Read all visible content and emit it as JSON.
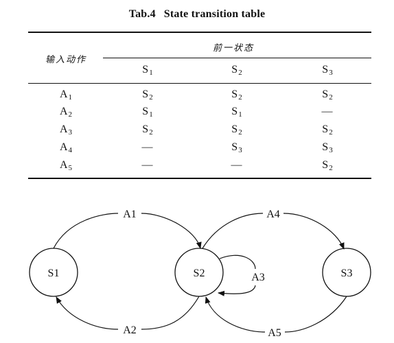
{
  "table": {
    "caption_no": "Tab.4",
    "caption_title": "State transition table",
    "row_header": "输入动作",
    "group_header": "前一状态",
    "columns": [
      {
        "name": "S",
        "sub": "1"
      },
      {
        "name": "S",
        "sub": "2"
      },
      {
        "name": "S",
        "sub": "3"
      }
    ],
    "rows": [
      {
        "label": {
          "name": "A",
          "sub": "1"
        },
        "cells": [
          {
            "name": "S",
            "sub": "2"
          },
          {
            "name": "S",
            "sub": "2"
          },
          {
            "name": "S",
            "sub": "2"
          }
        ]
      },
      {
        "label": {
          "name": "A",
          "sub": "2"
        },
        "cells": [
          {
            "name": "S",
            "sub": "1"
          },
          {
            "name": "S",
            "sub": "1"
          },
          {
            "name": "—",
            "sub": ""
          }
        ]
      },
      {
        "label": {
          "name": "A",
          "sub": "3"
        },
        "cells": [
          {
            "name": "S",
            "sub": "2"
          },
          {
            "name": "S",
            "sub": "2"
          },
          {
            "name": "S",
            "sub": "2"
          }
        ]
      },
      {
        "label": {
          "name": "A",
          "sub": "4"
        },
        "cells": [
          {
            "name": "—",
            "sub": ""
          },
          {
            "name": "S",
            "sub": "3"
          },
          {
            "name": "S",
            "sub": "3"
          }
        ]
      },
      {
        "label": {
          "name": "A",
          "sub": "5"
        },
        "cells": [
          {
            "name": "—",
            "sub": ""
          },
          {
            "name": "—",
            "sub": ""
          },
          {
            "name": "S",
            "sub": "2"
          }
        ]
      }
    ]
  },
  "diagram": {
    "states": [
      "S1",
      "S2",
      "S3"
    ],
    "transitions": [
      "A1",
      "A2",
      "A3",
      "A4",
      "A5"
    ]
  }
}
